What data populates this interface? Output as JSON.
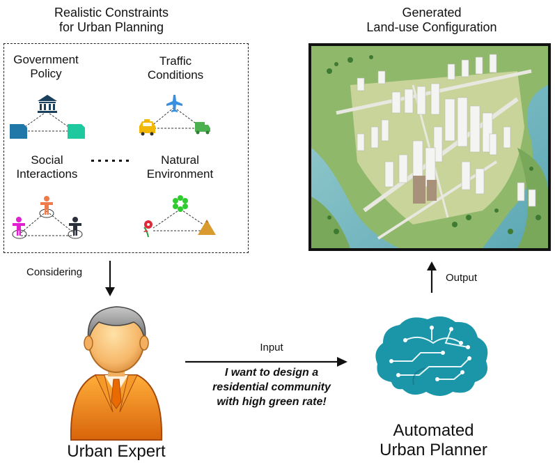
{
  "constraints": {
    "title_line1": "Realistic Constraints",
    "title_line2": "for Urban Planning",
    "government_policy": {
      "line1": "Government",
      "line2": "Policy"
    },
    "traffic_conditions": {
      "line1": "Traffic",
      "line2": "Conditions"
    },
    "social_interactions": {
      "line1": "Social",
      "line2": "Interactions"
    },
    "natural_environment": {
      "line1": "Natural",
      "line2": "Environment"
    }
  },
  "output_panel": {
    "title_line1": "Generated",
    "title_line2": "Land-use Configuration"
  },
  "arrows": {
    "considering": "Considering",
    "output": "Output",
    "input": "Input"
  },
  "prompt": {
    "line1": "I want to design a",
    "line2": "residential community",
    "line3": "with high green rate!"
  },
  "expert": {
    "label": "Urban Expert"
  },
  "planner": {
    "line1": "Automated",
    "line2": "Urban Planner"
  },
  "colors": {
    "government_blue": "#1f78a8",
    "government_teal": "#1ec9a0",
    "bank_navy": "#1a3f5c",
    "plane_blue": "#3a8fe0",
    "taxi_yellow": "#f2b705",
    "truck_green": "#4caf50",
    "person_orange": "#f07a4a",
    "person_magenta": "#e020d0",
    "person_dark": "#2a2f3a",
    "nature_green": "#2ecc2e",
    "flower_red": "#e02a3a",
    "mountain_gold": "#d99a2e",
    "brain_teal": "#1b95a8",
    "expert_orange": "#f08a1c"
  }
}
